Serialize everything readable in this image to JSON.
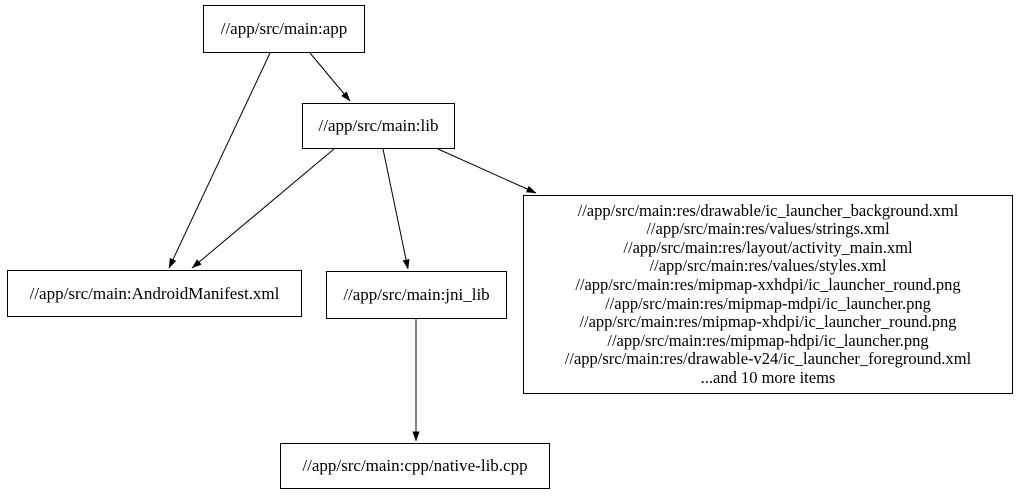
{
  "graph": {
    "type": "dependency-graph",
    "colors": {
      "background": "#ffffff",
      "node_border": "#000000",
      "edge": "#000000",
      "text": "#000000"
    },
    "nodes": {
      "app": {
        "label": "//app/src/main:app"
      },
      "lib": {
        "label": "//app/src/main:lib"
      },
      "android_manifest": {
        "label": "//app/src/main:AndroidManifest.xml"
      },
      "jni_lib": {
        "label": "//app/src/main:jni_lib"
      },
      "res_group": {
        "lines": [
          "//app/src/main:res/drawable/ic_launcher_background.xml",
          "//app/src/main:res/values/strings.xml",
          "//app/src/main:res/layout/activity_main.xml",
          "//app/src/main:res/values/styles.xml",
          "//app/src/main:res/mipmap-xxhdpi/ic_launcher_round.png",
          "//app/src/main:res/mipmap-mdpi/ic_launcher.png",
          "//app/src/main:res/mipmap-xhdpi/ic_launcher_round.png",
          "//app/src/main:res/mipmap-hdpi/ic_launcher.png",
          "//app/src/main:res/drawable-v24/ic_launcher_foreground.xml",
          "...and 10 more items"
        ]
      },
      "cpp": {
        "label": "//app/src/main:cpp/native-lib.cpp"
      }
    },
    "edges": [
      {
        "from": "app",
        "to": "android_manifest"
      },
      {
        "from": "app",
        "to": "lib"
      },
      {
        "from": "lib",
        "to": "android_manifest"
      },
      {
        "from": "lib",
        "to": "jni_lib"
      },
      {
        "from": "lib",
        "to": "res_group"
      },
      {
        "from": "jni_lib",
        "to": "cpp"
      }
    ]
  }
}
